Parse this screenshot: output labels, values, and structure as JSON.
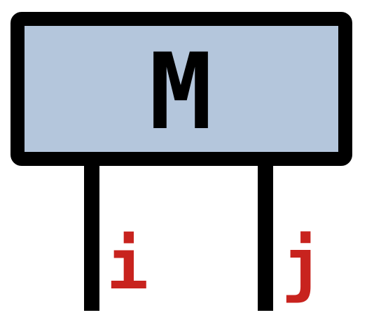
{
  "tensor": {
    "name": "M",
    "fill_color": "#b4c6dc",
    "stroke_color": "#000000",
    "label_color": "#000000"
  },
  "legs": [
    {
      "index": "i",
      "color": "#c8231e"
    },
    {
      "index": "j",
      "color": "#c8231e"
    }
  ],
  "colors": {
    "background": "#ffffff",
    "leg_color": "#000000"
  }
}
